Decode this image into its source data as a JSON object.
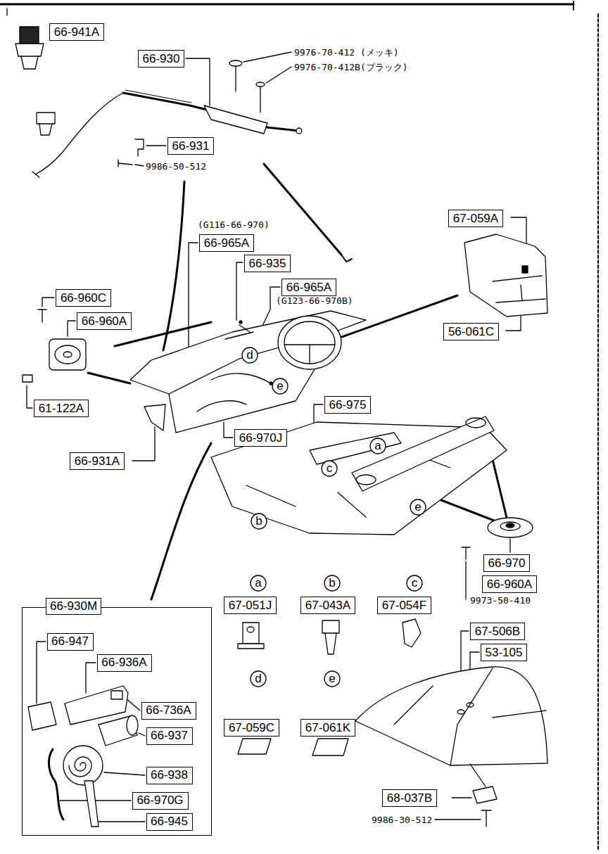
{
  "diagram": {
    "nodes": [
      {
        "text": [
          "66-941A"
        ]
      },
      {
        "text": [
          "66-930"
        ]
      },
      {
        "text": [
          "66-931"
        ]
      },
      {
        "text": [
          "66-965A"
        ]
      },
      {
        "text": [
          "67-059A"
        ]
      },
      {
        "text": [
          "66-935"
        ]
      },
      {
        "text": [
          "66-965A"
        ]
      },
      {
        "text": [
          "66-960C"
        ]
      },
      {
        "text": [
          "66-960A"
        ]
      },
      {
        "text": [
          "d"
        ]
      },
      {
        "text": [
          "56-061C"
        ]
      },
      {
        "text": [
          "e"
        ]
      },
      {
        "text": [
          "61-122A"
        ]
      },
      {
        "text": [
          "66-975"
        ]
      },
      {
        "text": [
          "66-970J"
        ]
      },
      {
        "text": [
          "a"
        ]
      },
      {
        "text": [
          "66-931A"
        ]
      },
      {
        "text": [
          "c"
        ]
      },
      {
        "text": [
          "e"
        ]
      },
      {
        "text": [
          "b"
        ]
      },
      {
        "text": [
          "66-970"
        ]
      },
      {
        "text": [
          "66-960A"
        ]
      },
      {
        "text": [
          "66-930M"
        ]
      },
      {
        "text": [
          "66-947"
        ],
        "in": 22
      },
      {
        "text": [
          "66-936A"
        ],
        "in": 22
      },
      {
        "text": [
          "66-736A"
        ],
        "in": 22
      },
      {
        "text": [
          "66-937"
        ],
        "in": 22
      },
      {
        "text": [
          "66-938"
        ],
        "in": 22
      },
      {
        "text": [
          "66-970G"
        ],
        "in": 22
      },
      {
        "text": [
          "66-945"
        ],
        "in": 22
      },
      {
        "text": [
          "a"
        ]
      },
      {
        "text": [
          "b"
        ]
      },
      {
        "text": [
          "c"
        ]
      },
      {
        "text": [
          "67-051J"
        ]
      },
      {
        "text": [
          "67-043A"
        ]
      },
      {
        "text": [
          "67-054F"
        ]
      },
      {
        "text": [
          "67-506B"
        ]
      },
      {
        "text": [
          "53-105"
        ]
      },
      {
        "text": [
          "d"
        ]
      },
      {
        "text": [
          "e"
        ]
      },
      {
        "text": [
          "67-059C"
        ]
      },
      {
        "text": [
          "67-061K"
        ]
      },
      {
        "text": [
          "68-037B"
        ]
      }
    ],
    "labels": [
      "9976-70-412 (メッキ)",
      "9976-70-412B(ブラック)",
      "9986-50-512",
      "(G116-66-970)",
      "(G123-66-970B)",
      "9973-50-410",
      "9986-30-512"
    ]
  }
}
